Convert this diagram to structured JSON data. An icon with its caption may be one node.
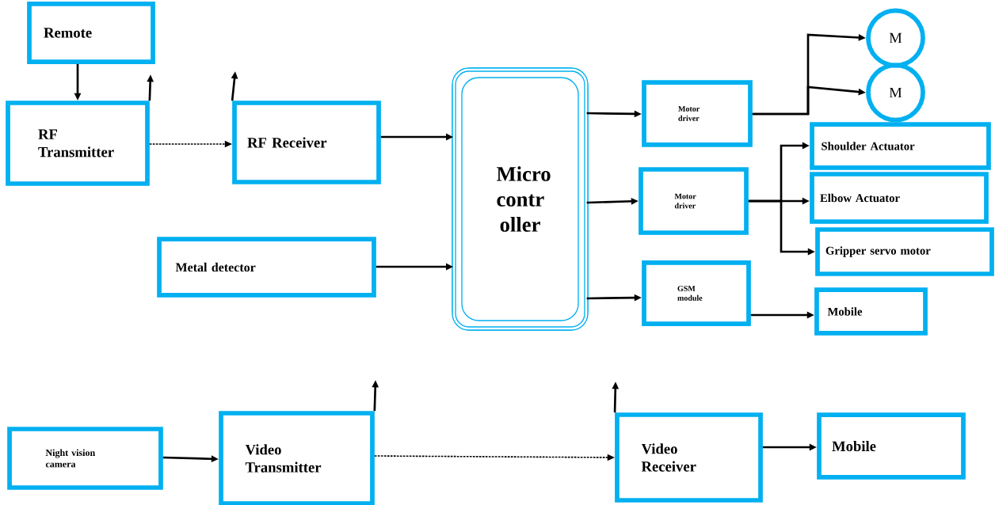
{
  "diagram": {
    "nodes": [
      {
        "text": [
          "Remote"
        ]
      },
      {
        "text": [
          "RF Transmitter"
        ]
      },
      {
        "text": [
          "RF Receiver"
        ]
      },
      {
        "text": [
          "Micro contr oller"
        ]
      },
      {
        "text": [
          "Metal detector"
        ]
      },
      {
        "text": [
          "Motor driver"
        ]
      },
      {
        "text": [
          "Motor driver"
        ]
      },
      {
        "text": [
          "GSM module"
        ]
      },
      {
        "text": [
          "M"
        ]
      },
      {
        "text": [
          "M"
        ]
      },
      {
        "text": [
          "Shoulder Actuator"
        ]
      },
      {
        "text": [
          "Elbow Actuator"
        ]
      },
      {
        "text": [
          "Gripper servo motor"
        ]
      },
      {
        "text": [
          "Mobile"
        ]
      },
      {
        "text": [
          "Night vision camera"
        ]
      },
      {
        "text": [
          "Video Transmitter"
        ]
      },
      {
        "text": [
          "Video Receiver"
        ]
      },
      {
        "text": [
          "Mobile"
        ]
      }
    ],
    "edges": [
      {
        "from": 0,
        "to": 1,
        "arrow": "to"
      },
      {
        "from": 1,
        "to": 2,
        "arrow": "to",
        "style": "dashed"
      },
      {
        "from": 2,
        "to": 3,
        "arrow": "to"
      },
      {
        "from": 4,
        "to": 3,
        "arrow": "to"
      },
      {
        "from": 3,
        "to": 5,
        "arrow": "to"
      },
      {
        "from": 3,
        "to": 6,
        "arrow": "to"
      },
      {
        "from": 3,
        "to": 7,
        "arrow": "to"
      },
      {
        "from": 5,
        "to": 8,
        "arrow": "to"
      },
      {
        "from": 5,
        "to": 9,
        "arrow": "to"
      },
      {
        "from": 6,
        "to": 10,
        "arrow": "to"
      },
      {
        "from": 6,
        "to": 11,
        "arrow": "to"
      },
      {
        "from": 6,
        "to": 12,
        "arrow": "to"
      },
      {
        "from": 7,
        "to": 13,
        "arrow": "to"
      },
      {
        "from": 14,
        "to": 15,
        "arrow": "to"
      },
      {
        "from": 15,
        "to": 16,
        "arrow": "to",
        "style": "dashed"
      },
      {
        "from": 16,
        "to": 17,
        "arrow": "to"
      },
      {
        "from": 1,
        "to": null,
        "arrow": "to"
      },
      {
        "from": 2,
        "to": null,
        "arrow": "to"
      },
      {
        "from": 15,
        "to": null,
        "arrow": "to"
      },
      {
        "from": 16,
        "to": null,
        "arrow": "to"
      }
    ]
  }
}
